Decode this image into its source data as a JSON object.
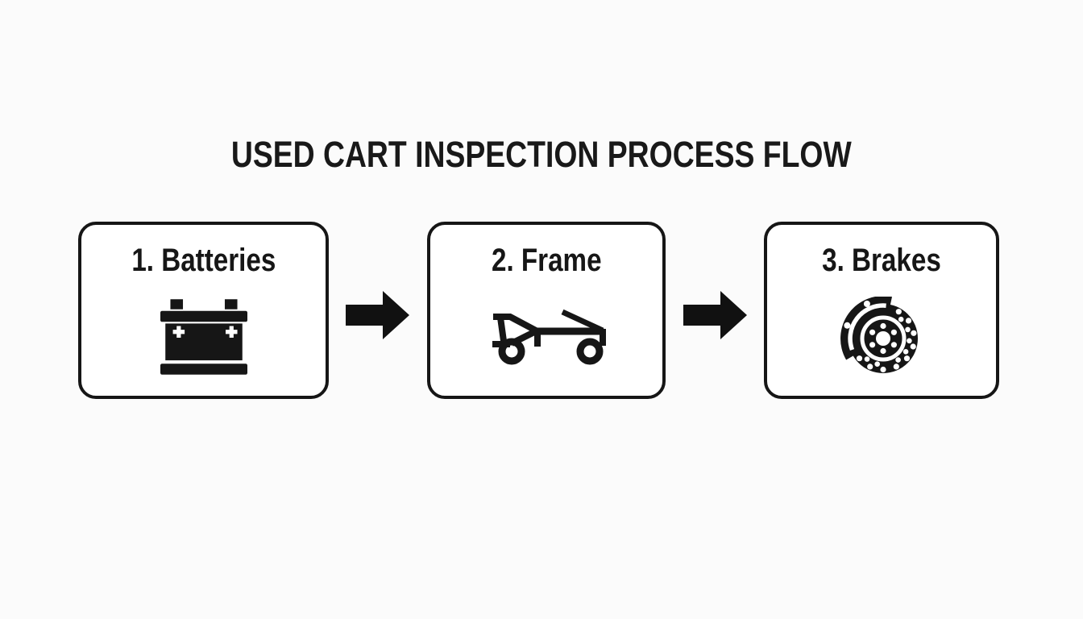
{
  "title": "USED CART INSPECTION PROCESS FLOW",
  "steps": [
    {
      "label": "1. Batteries",
      "icon": "car-battery-icon"
    },
    {
      "label": "2. Frame",
      "icon": "cart-frame-icon"
    },
    {
      "label": "3. Brakes",
      "icon": "brake-disc-icon"
    }
  ],
  "connectors": [
    {
      "icon": "arrow-right-icon"
    },
    {
      "icon": "arrow-right-icon"
    }
  ],
  "colors": {
    "background": "#fbfbfb",
    "ink": "#161616",
    "card_background": "#ffffff",
    "card_border": "#161616"
  }
}
